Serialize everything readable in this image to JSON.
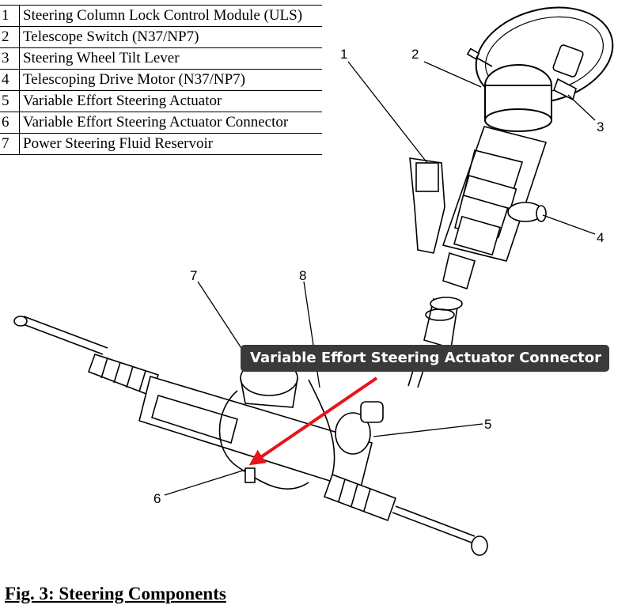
{
  "legend": [
    {
      "num": "1",
      "label": "Steering Column Lock Control Module (ULS)"
    },
    {
      "num": "2",
      "label": "Telescope Switch (N37/NP7)"
    },
    {
      "num": "3",
      "label": "Steering Wheel Tilt Lever"
    },
    {
      "num": "4",
      "label": "Telescoping Drive Motor (N37/NP7)"
    },
    {
      "num": "5",
      "label": "Variable Effort Steering Actuator"
    },
    {
      "num": "6",
      "label": "Variable Effort Steering Actuator Connector"
    },
    {
      "num": "7",
      "label": "Power Steering Fluid Reservoir"
    }
  ],
  "callouts": [
    "1",
    "2",
    "3",
    "4",
    "5",
    "6",
    "7",
    "8"
  ],
  "tooltip": "Variable Effort Steering Actuator Connector",
  "caption": "Fig. 3: Steering Components",
  "colors": {
    "tooltip_bg": "#3a3a3a",
    "arrow": "#e8141b",
    "line": "#000000"
  }
}
